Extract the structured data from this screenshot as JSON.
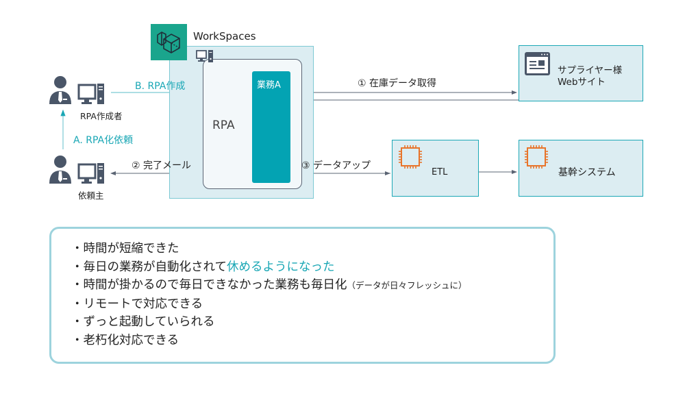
{
  "workspaces": {
    "title": "WorkSpaces",
    "icon": "workspaces-cube-icon"
  },
  "rpa": {
    "label": "RPA",
    "task_label": "業務A"
  },
  "actors": {
    "creator": {
      "label": "RPA作成者",
      "icon": "person-with-pc-icon"
    },
    "requester": {
      "label": "依頼主",
      "icon": "person-with-pc-icon"
    }
  },
  "flows": {
    "request": "A. RPA化依頼",
    "create": "B. RPA作成",
    "step1": "① 在庫データ取得",
    "step2": "② 完了メール",
    "step3": "③ データアップ"
  },
  "systems": {
    "supplier": {
      "line1": "サプライヤー様",
      "line2": "Webサイト",
      "icon": "browser-window-icon"
    },
    "etl": {
      "label": "ETL",
      "icon": "chip-icon"
    },
    "core": {
      "label": "基幹システム",
      "icon": "chip-icon"
    }
  },
  "colors": {
    "accent": "#1aa7b5",
    "task": "#03a3b3",
    "workspaces_brand": "#1aa58d",
    "chip": "#e8742a",
    "person": "#4a5668"
  },
  "benefits": {
    "items": [
      {
        "prefix": "・時間が短縮できた"
      },
      {
        "prefix": "・毎日の業務が自動化されて",
        "highlight": "休めるようになった"
      },
      {
        "prefix": "・時間が掛かるので毎日できなかった業務も毎日化",
        "note": "（データが日々フレッシュに）"
      },
      {
        "prefix": "・リモートで対応できる"
      },
      {
        "prefix": "・ずっと起動していられる"
      },
      {
        "prefix": "・老朽化対応できる"
      }
    ]
  }
}
